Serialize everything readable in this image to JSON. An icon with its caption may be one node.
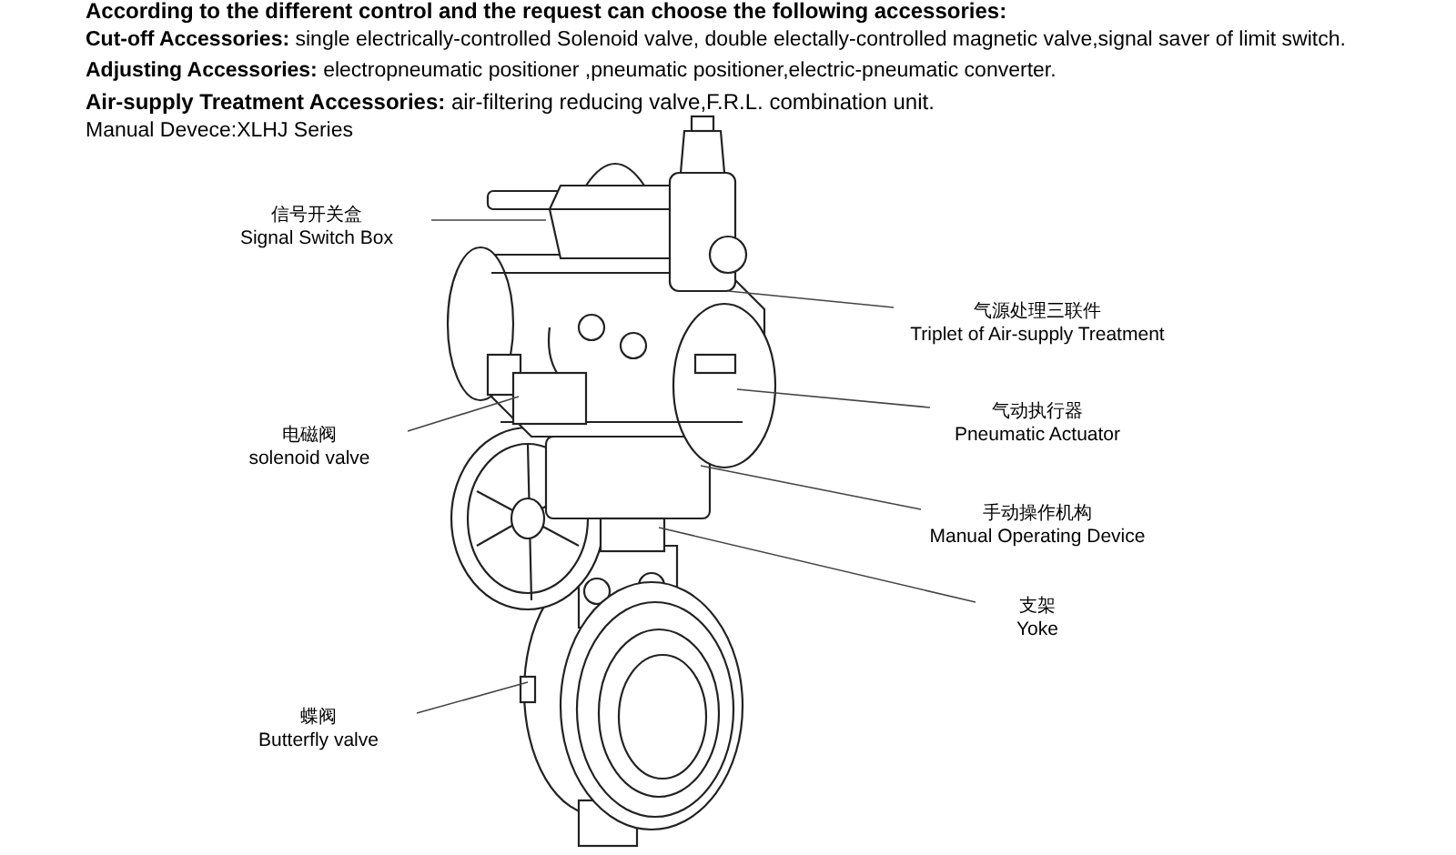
{
  "diagram": {
    "title": "According to the different control and the request can choose the following  accessories:",
    "nodes": [
      {
        "text": [
          "信号开关盒",
          "Signal Switch Box"
        ]
      },
      {
        "text": [
          "气源处理三联件",
          "Triplet of Air-supply Treatment"
        ]
      },
      {
        "text": [
          "电磁阀",
          "solenoid valve"
        ]
      },
      {
        "text": [
          "气动执行器",
          "Pneumatic Actuator"
        ]
      },
      {
        "text": [
          "手动操作机构",
          "Manual Operating Device"
        ]
      },
      {
        "text": [
          "支架",
          "Yoke"
        ]
      },
      {
        "text": [
          "蝶阀",
          "Butterfly valve"
        ]
      }
    ],
    "edges": [
      {
        "from": 0,
        "to": null,
        "arrow": "none"
      },
      {
        "from": 1,
        "to": null,
        "arrow": "none"
      },
      {
        "from": 2,
        "to": null,
        "arrow": "none"
      },
      {
        "from": 3,
        "to": null,
        "arrow": "none"
      },
      {
        "from": 4,
        "to": null,
        "arrow": "none"
      },
      {
        "from": 5,
        "to": null,
        "arrow": "none"
      },
      {
        "from": 6,
        "to": null,
        "arrow": "none"
      }
    ],
    "labels": [
      "**Cut-off Accessories:** single electrically-controlled Solenoid valve, double electally-controlled magnetic valve,signal saver of limit switch.",
      "**Adjusting Accessories:** electropneumatic positioner ,pneumatic positioner,electric-pneumatic converter.",
      "**Air-supply Treatment Accessories:** air-filtering reducing valve,F.R.L. combination unit.",
      "Manual Devece:XLHJ  Series"
    ]
  }
}
